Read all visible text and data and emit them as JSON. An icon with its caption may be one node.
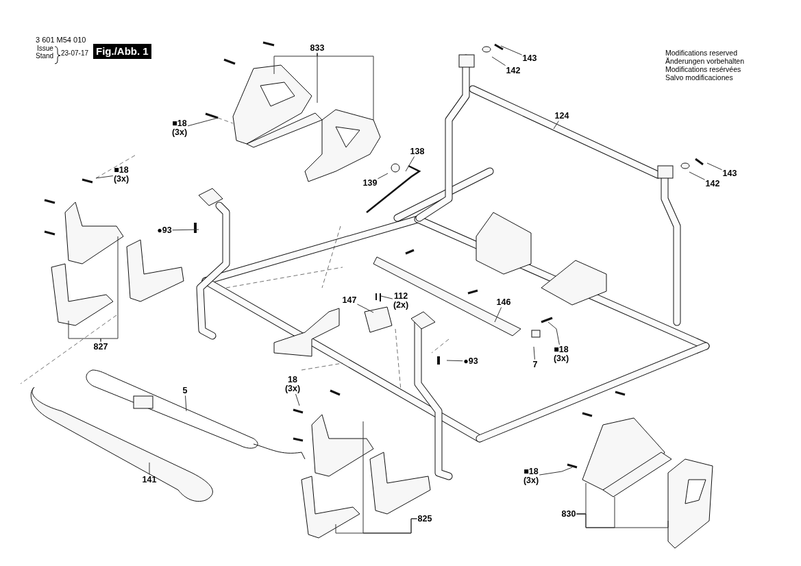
{
  "diagram": {
    "nodes": [
      {
        "text": [
          "833"
        ]
      },
      {
        "text": [
          "143"
        ]
      },
      {
        "text": [
          "142"
        ]
      },
      {
        "text": [
          "124"
        ]
      },
      {
        "text": [
          "■18",
          "(3x)"
        ]
      },
      {
        "text": [
          "138"
        ]
      },
      {
        "text": [
          "139"
        ]
      },
      {
        "text": [
          "143"
        ]
      },
      {
        "text": [
          "142"
        ]
      },
      {
        "text": [
          "■18",
          "(3x)"
        ]
      },
      {
        "text": [
          "●93"
        ]
      },
      {
        "text": [
          "827"
        ]
      },
      {
        "text": [
          "147"
        ]
      },
      {
        "text": [
          "112",
          "(2x)"
        ]
      },
      {
        "text": [
          "146"
        ]
      },
      {
        "text": [
          "7"
        ]
      },
      {
        "text": [
          "■18",
          "(3x)"
        ]
      },
      {
        "text": [
          "●93"
        ]
      },
      {
        "text": [
          "5"
        ]
      },
      {
        "text": [
          "18",
          "(3x)"
        ]
      },
      {
        "text": [
          "141"
        ]
      },
      {
        "text": [
          "825"
        ]
      },
      {
        "text": [
          "■18",
          "(3x)"
        ]
      },
      {
        "text": [
          "830"
        ]
      }
    ],
    "edges": [
      {
        "from": 0,
        "to": null,
        "arrow": "none"
      },
      {
        "from": 0,
        "to": null,
        "arrow": "none"
      },
      {
        "from": 0,
        "to": null,
        "arrow": "none"
      },
      {
        "from": 1,
        "to": null,
        "arrow": "none"
      },
      {
        "from": 2,
        "to": null,
        "arrow": "none"
      },
      {
        "from": 3,
        "to": null,
        "arrow": "none"
      },
      {
        "from": 4,
        "to": null,
        "arrow": "none"
      },
      {
        "from": 5,
        "to": null,
        "arrow": "none"
      },
      {
        "from": 6,
        "to": null,
        "arrow": "none"
      },
      {
        "from": 7,
        "to": null,
        "arrow": "none"
      },
      {
        "from": 8,
        "to": null,
        "arrow": "none"
      },
      {
        "from": 9,
        "to": null,
        "arrow": "none"
      },
      {
        "from": 10,
        "to": null,
        "arrow": "none"
      },
      {
        "from": 11,
        "to": null,
        "arrow": "none"
      },
      {
        "from": 11,
        "to": null,
        "arrow": "none"
      },
      {
        "from": 12,
        "to": null,
        "arrow": "none"
      },
      {
        "from": 13,
        "to": null,
        "arrow": "none"
      },
      {
        "from": 14,
        "to": null,
        "arrow": "none"
      },
      {
        "from": 15,
        "to": null,
        "arrow": "none"
      },
      {
        "from": 16,
        "to": null,
        "arrow": "none"
      },
      {
        "from": 17,
        "to": null,
        "arrow": "none"
      },
      {
        "from": 18,
        "to": null,
        "arrow": "none"
      },
      {
        "from": 19,
        "to": null,
        "arrow": "none"
      },
      {
        "from": 20,
        "to": null,
        "arrow": "none"
      },
      {
        "from": 21,
        "to": null,
        "arrow": "none"
      },
      {
        "from": 21,
        "to": null,
        "arrow": "none"
      },
      {
        "from": 22,
        "to": null,
        "arrow": "none"
      },
      {
        "from": 23,
        "to": null,
        "arrow": "none"
      },
      {
        "from": 23,
        "to": null,
        "arrow": "none"
      },
      {
        "from": 23,
        "to": null,
        "arrow": "none"
      }
    ],
    "labels": [
      "3 601 M54 010",
      "Issue",
      "Stand",
      "23-07-17",
      "Fig./Abb. 1",
      "Modifications reserved",
      "Änderungen vorbehalten",
      "Modifications resérvées",
      "Salvo modificaciones"
    ]
  }
}
